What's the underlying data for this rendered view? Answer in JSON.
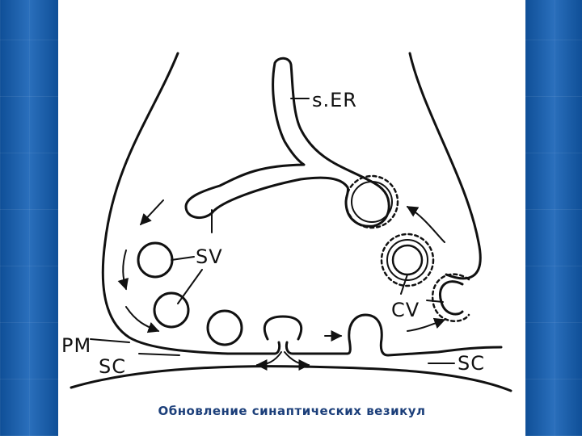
{
  "slide": {
    "caption": "Обновление синаптических везикул",
    "background_color": "#1a5ea8",
    "canvas_color": "#ffffff"
  },
  "diagram": {
    "labels": {
      "ser": "s.ER",
      "sv": "SV",
      "cv": "CV",
      "pm": "PM",
      "sc_left": "SC",
      "sc_right": "SC"
    }
  }
}
